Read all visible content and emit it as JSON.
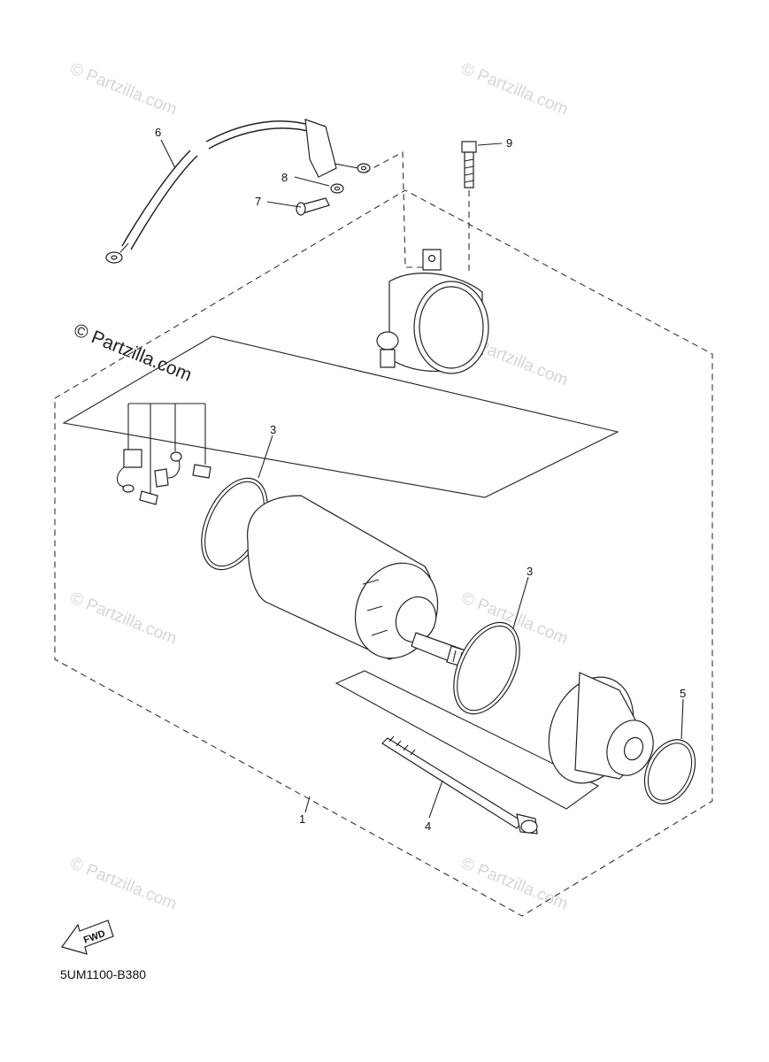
{
  "watermark": {
    "text": "© Partzilla.com",
    "prominent_text": "© Partzilla.com"
  },
  "callouts": {
    "part_1": "1",
    "part_3a": "3",
    "part_3b": "3",
    "part_4": "4",
    "part_5": "5",
    "part_6": "6",
    "part_7": "7",
    "part_8": "8",
    "part_9": "9"
  },
  "fwd_label": "FWD",
  "diagram_code": "5UM1100-B380",
  "colors": {
    "line": "#222222",
    "watermark": "#d6d6d6",
    "background": "#ffffff"
  }
}
